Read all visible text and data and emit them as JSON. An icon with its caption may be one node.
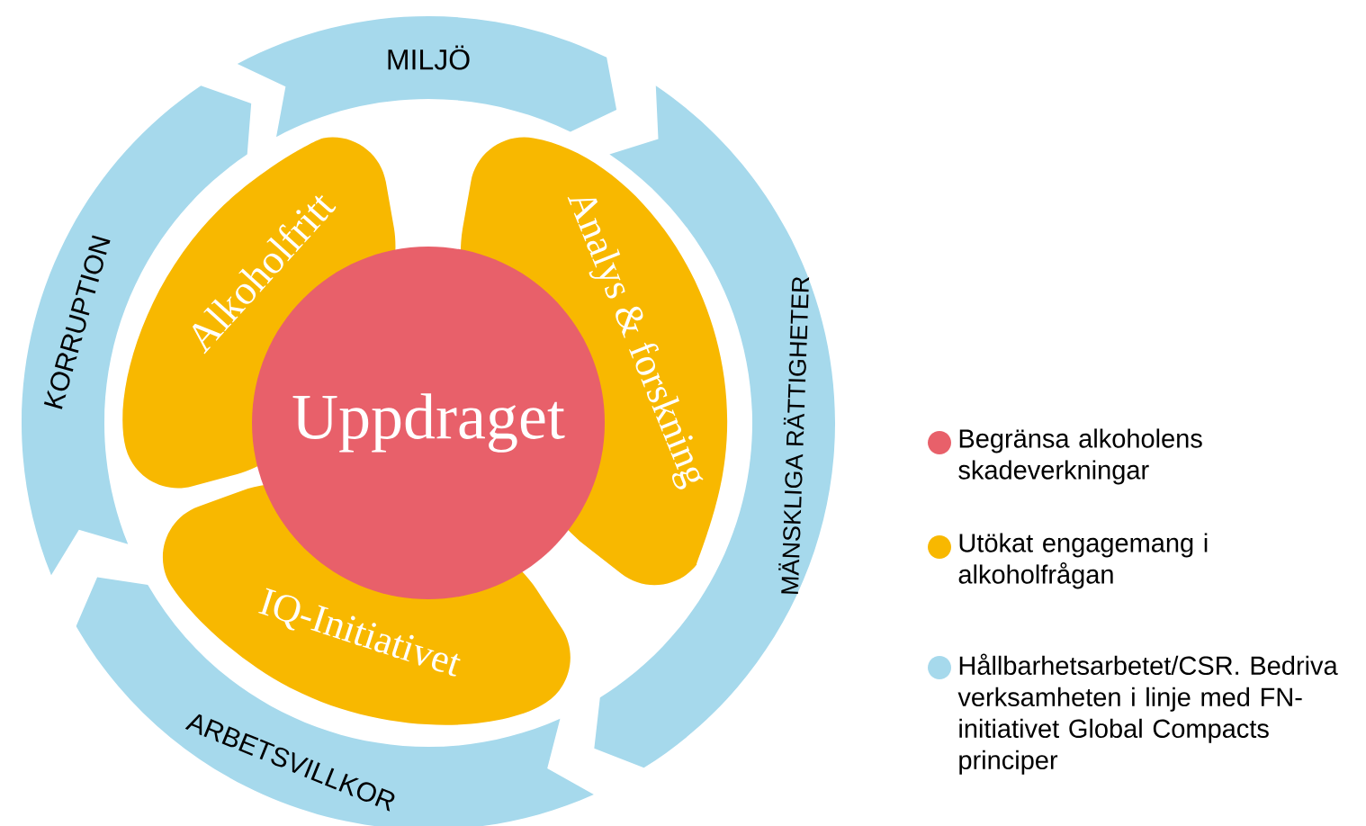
{
  "diagram": {
    "nodes": [
      {
        "text": [
          "Uppdraget"
        ]
      },
      {
        "text": [
          "Alkoholfritt"
        ]
      },
      {
        "text": [
          "Analys & forskning"
        ]
      },
      {
        "text": [
          "IQ-Initiativet"
        ]
      },
      {
        "text": [
          "MILJÖ"
        ]
      },
      {
        "text": [
          "MÄNSKLIGA RÄTTIGHETER"
        ]
      },
      {
        "text": [
          "ARBETSVILLKOR"
        ]
      },
      {
        "text": [
          "KORRUPTION"
        ]
      }
    ],
    "legend": [
      {
        "text": "Begränsa alkoholens skadeverkningar",
        "color": "#e8606a"
      },
      {
        "text": "Utökat engagemang i alkoholfrågan",
        "color": "#f8b800"
      },
      {
        "text": "Hållbarhetsarbetet/CSR. Bedriva verksamheten i linje med FN-initiativet Global Compacts principer",
        "color": "#a6d9ec"
      }
    ]
  }
}
